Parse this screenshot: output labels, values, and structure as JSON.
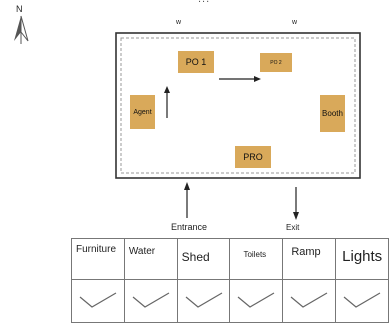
{
  "compass": {
    "letter": "N",
    "icon": "compass-icon"
  },
  "title_fragment": "...",
  "window_marks": [
    "w",
    "w"
  ],
  "areas": {
    "po1": "PO 1",
    "po2": "PO 2",
    "agent": "Agent",
    "booth": "Booth",
    "pro": "PRO"
  },
  "gates": {
    "entrance": "Entrance",
    "exit": "Exit"
  },
  "items_table": {
    "headers": [
      "Furniture",
      "Water",
      "Shed",
      "Toilets",
      "Ramp",
      "Lights"
    ],
    "checks": [
      "check-icon",
      "check-icon",
      "check-icon",
      "check-icon",
      "check-icon",
      "check-icon"
    ]
  },
  "colors": {
    "area_fill": "#d9a95a",
    "outline": "#333333"
  }
}
